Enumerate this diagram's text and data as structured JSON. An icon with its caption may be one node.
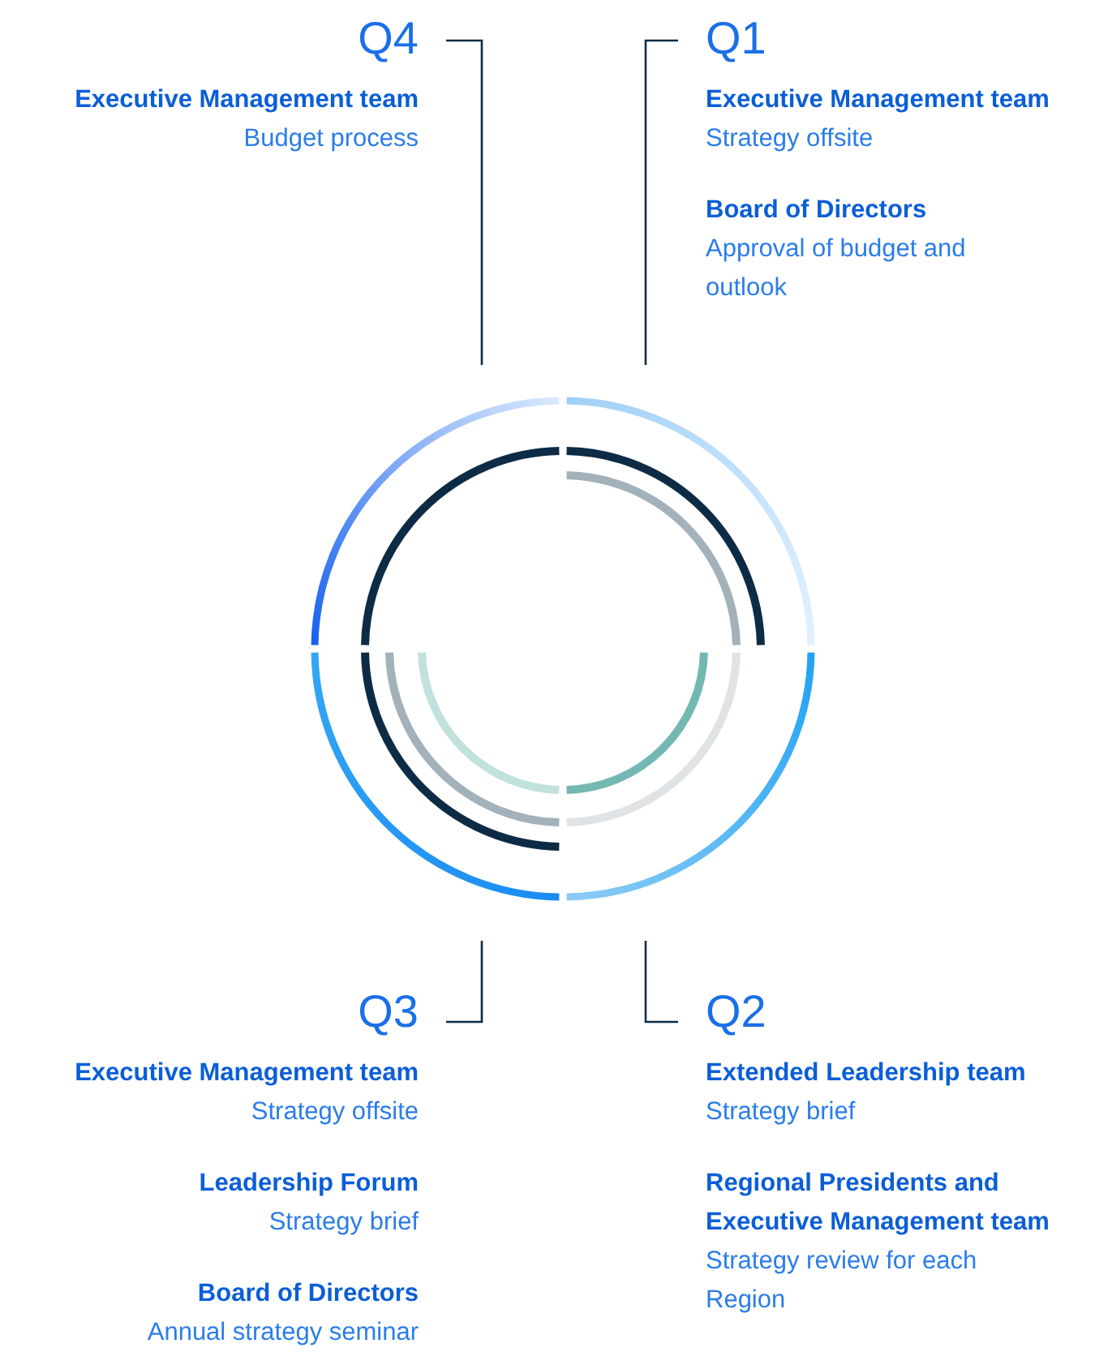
{
  "diagram": {
    "labels": [
      "Q4",
      "Executive Management team",
      "Budget process",
      "Q1",
      "Executive Management team",
      "Strategy offsite",
      "Board of Directors",
      "Approval of budget and outlook",
      "Q3",
      "Executive Management team",
      "Strategy offsite",
      "Leadership Forum",
      "Strategy brief",
      "Board of Directors",
      "Annual strategy seminar",
      "Q2",
      "Extended Leadership team",
      "Strategy brief",
      "Regional Presidents and Executive Management team",
      "Strategy review for each Region"
    ]
  }
}
